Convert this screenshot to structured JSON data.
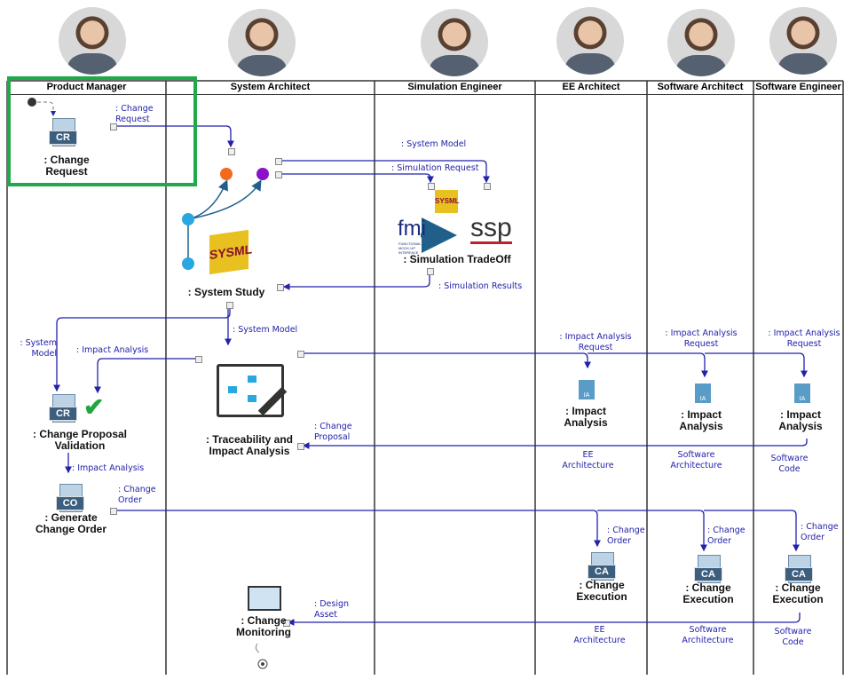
{
  "lanes": [
    "Product Manager",
    "System Architect",
    "Simulation Engineer",
    "EE Architect",
    "Software Architect",
    "Software Engineer"
  ],
  "colors": {
    "highlight": "#1faa4a",
    "flow": "#2222aa",
    "header_border": "#333333"
  },
  "activities": {
    "change_request": ": Change Request",
    "system_study": ": System Study",
    "simulation_tradeoff": ": Simulation TradeOff",
    "change_proposal_validation": ": Change Proposal Validation",
    "traceability": ": Traceability and Impact Analysis",
    "generate_change_order": ": Generate Change Order",
    "change_monitoring": ": Change Monitoring",
    "impact_analysis": ": Impact Analysis",
    "change_execution": ": Change Execution"
  },
  "icons": {
    "cr": "CR",
    "co": "CO",
    "ca": "CA",
    "ia": "IA",
    "fmi": "fmi",
    "fmi_sub": "FUNCTIONAL MOCK-UP INTERFACE",
    "ssp": "ssp",
    "sysml": "SYSML"
  },
  "flows": {
    "change_request": ": Change Request",
    "system_model": ": System Model",
    "simulation_request": ": Simulation Request",
    "simulation_results": ": Simulation Results",
    "impact_analysis": ": Impact Analysis",
    "impact_analysis_request": ": Impact Analysis Request",
    "change_proposal": ": Change Proposal",
    "change_order": ": Change Order",
    "design_asset": ": Design Asset",
    "ee_architecture": "EE Architecture",
    "software_architecture": "Software Architecture",
    "software_code": "Software Code"
  }
}
